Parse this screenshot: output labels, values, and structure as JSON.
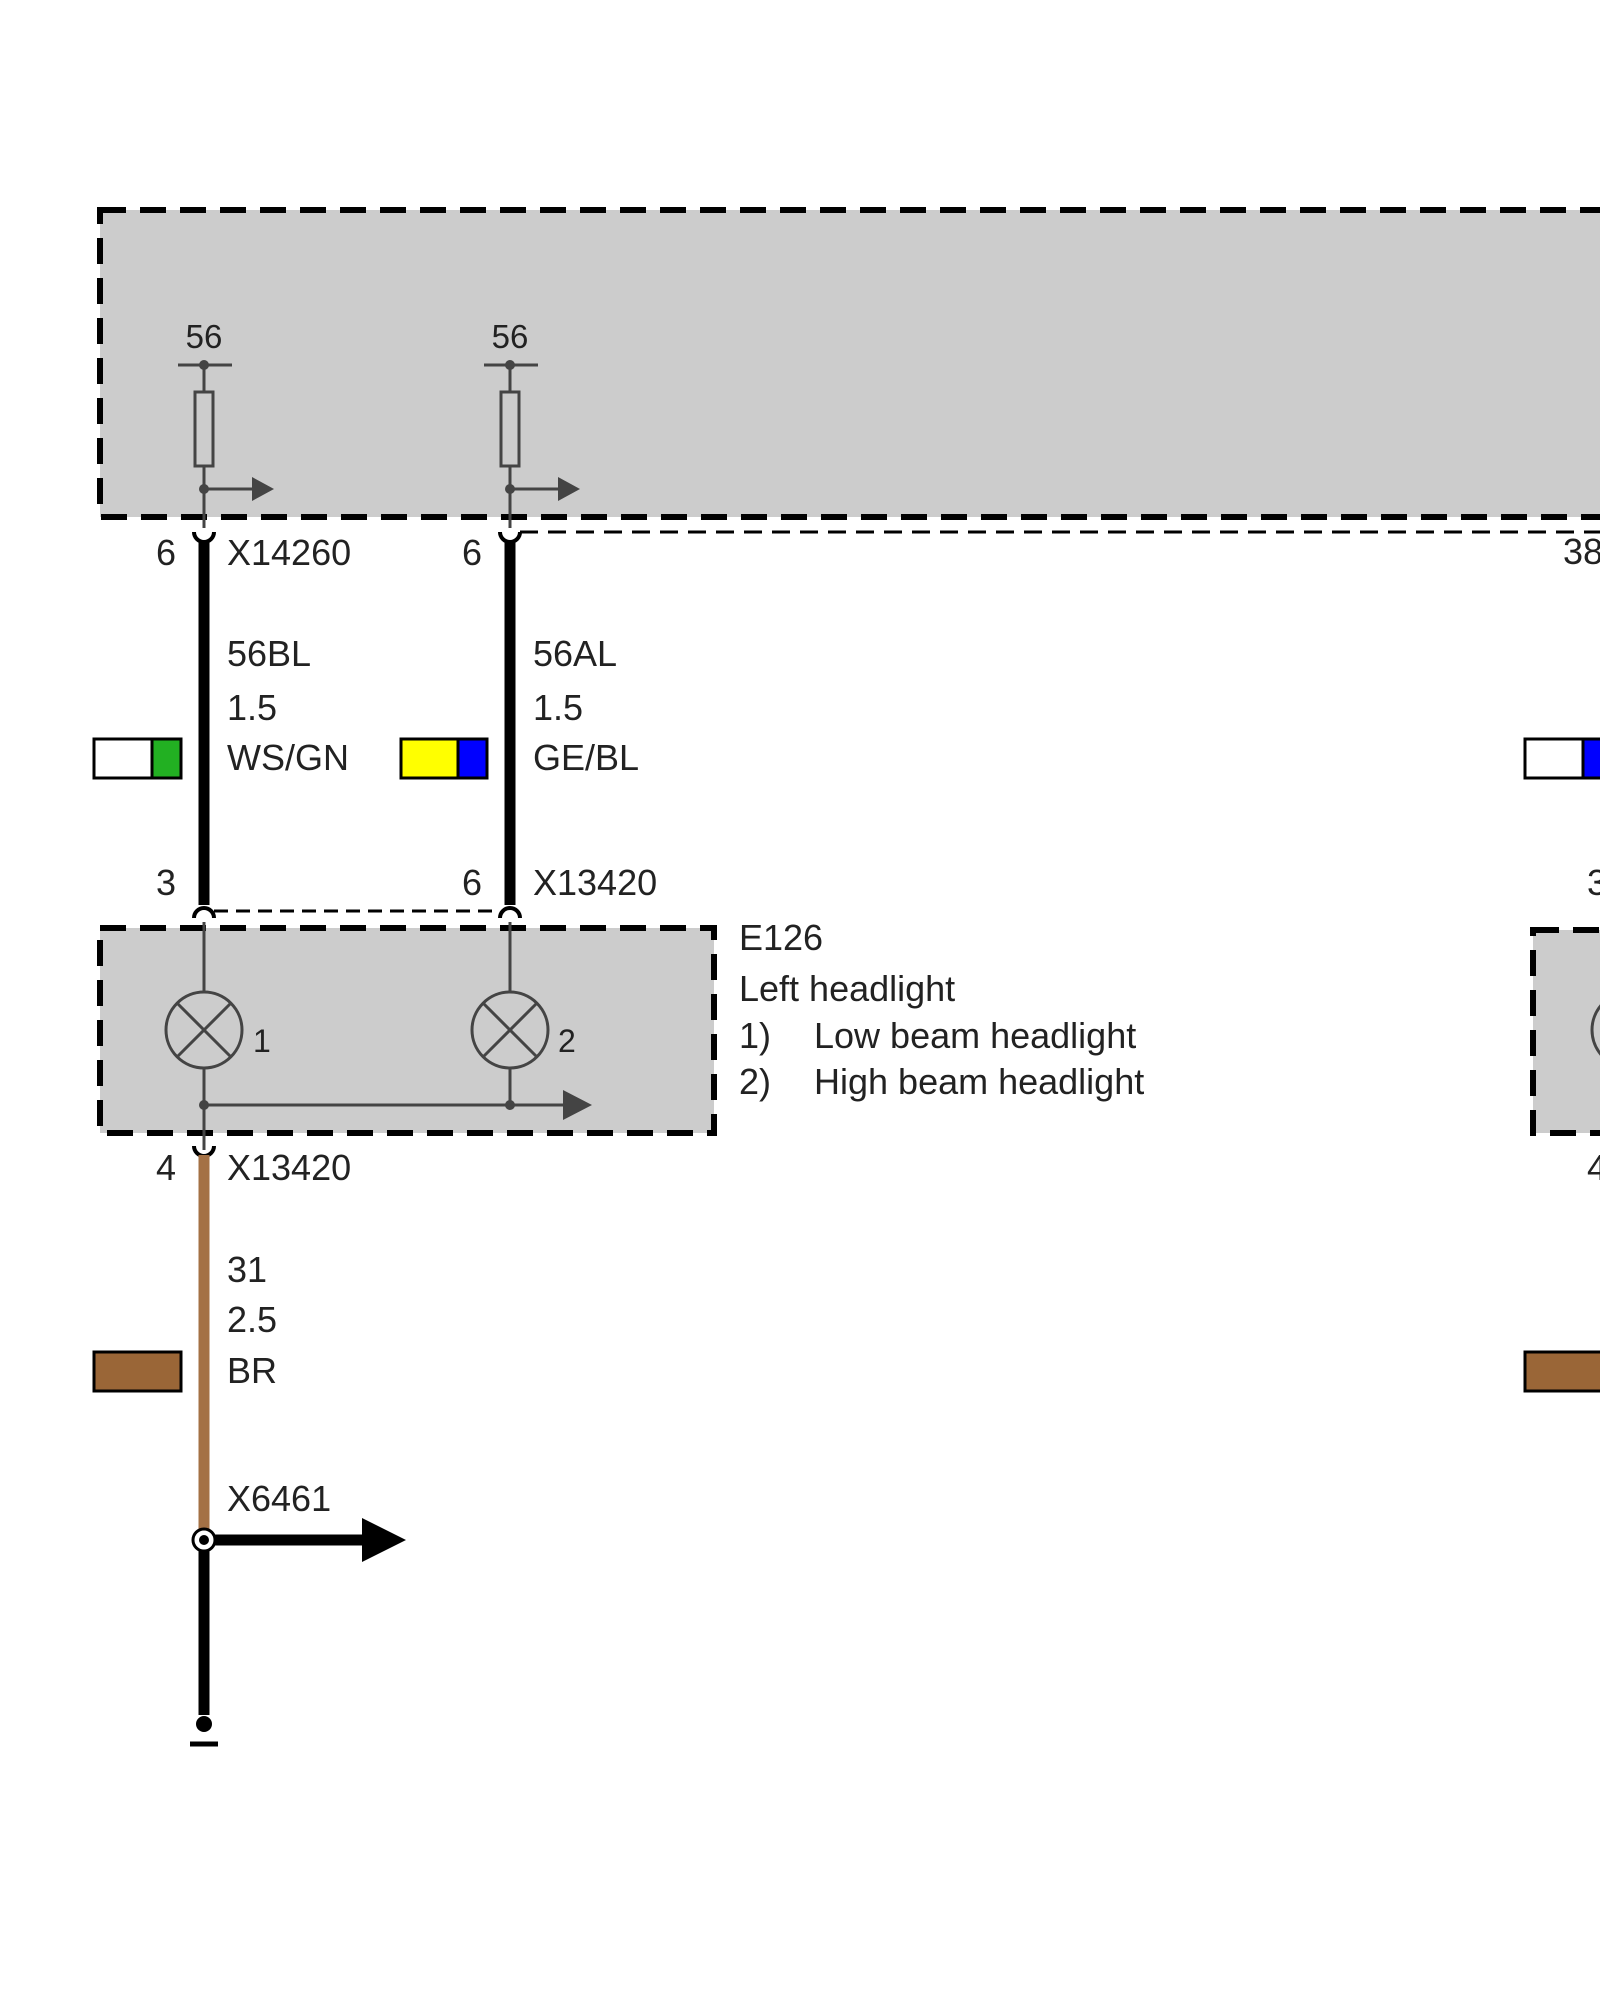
{
  "colors": {
    "box_fill": "#cccccc",
    "wire_black": "#000000",
    "wire_brown": "#a47145",
    "swatch_white": "#ffffff",
    "swatch_green": "#22b022",
    "swatch_yellow": "#ffff00",
    "swatch_blue": "#0000ff",
    "swatch_brown": "#9a6637"
  },
  "icons": [
    "fuse-icon",
    "lamp-icon",
    "arrow-icon",
    "ground-icon"
  ],
  "top_module": {
    "fuse_left_terminal": "56",
    "fuse_right_terminal": "56",
    "right_pin_partial": "38"
  },
  "wire_left": {
    "pin_top": "6",
    "connector_top": "X14260",
    "signal": "56BL",
    "cross_section": "1.5",
    "color_code": "WS/GN",
    "pin_bottom": "3"
  },
  "wire_right": {
    "pin_top": "6",
    "signal": "56AL",
    "cross_section": "1.5",
    "color_code": "GE/BL",
    "pin_bottom": "6",
    "connector_bottom": "X13420"
  },
  "headlight": {
    "id": "E126",
    "name": "Left headlight",
    "lamp1_num": "1",
    "lamp2_num": "2",
    "item1_num": "1)",
    "item1_text": "Low beam headlight",
    "item2_num": "2)",
    "item2_text": "High beam headlight"
  },
  "ground_wire": {
    "pin": "4",
    "connector": "X13420",
    "signal": "31",
    "cross_section": "2.5",
    "color_code": "BR",
    "splice": "X6461"
  },
  "right_side_partial": {
    "pin_mid": "3",
    "pin_low": "4"
  }
}
